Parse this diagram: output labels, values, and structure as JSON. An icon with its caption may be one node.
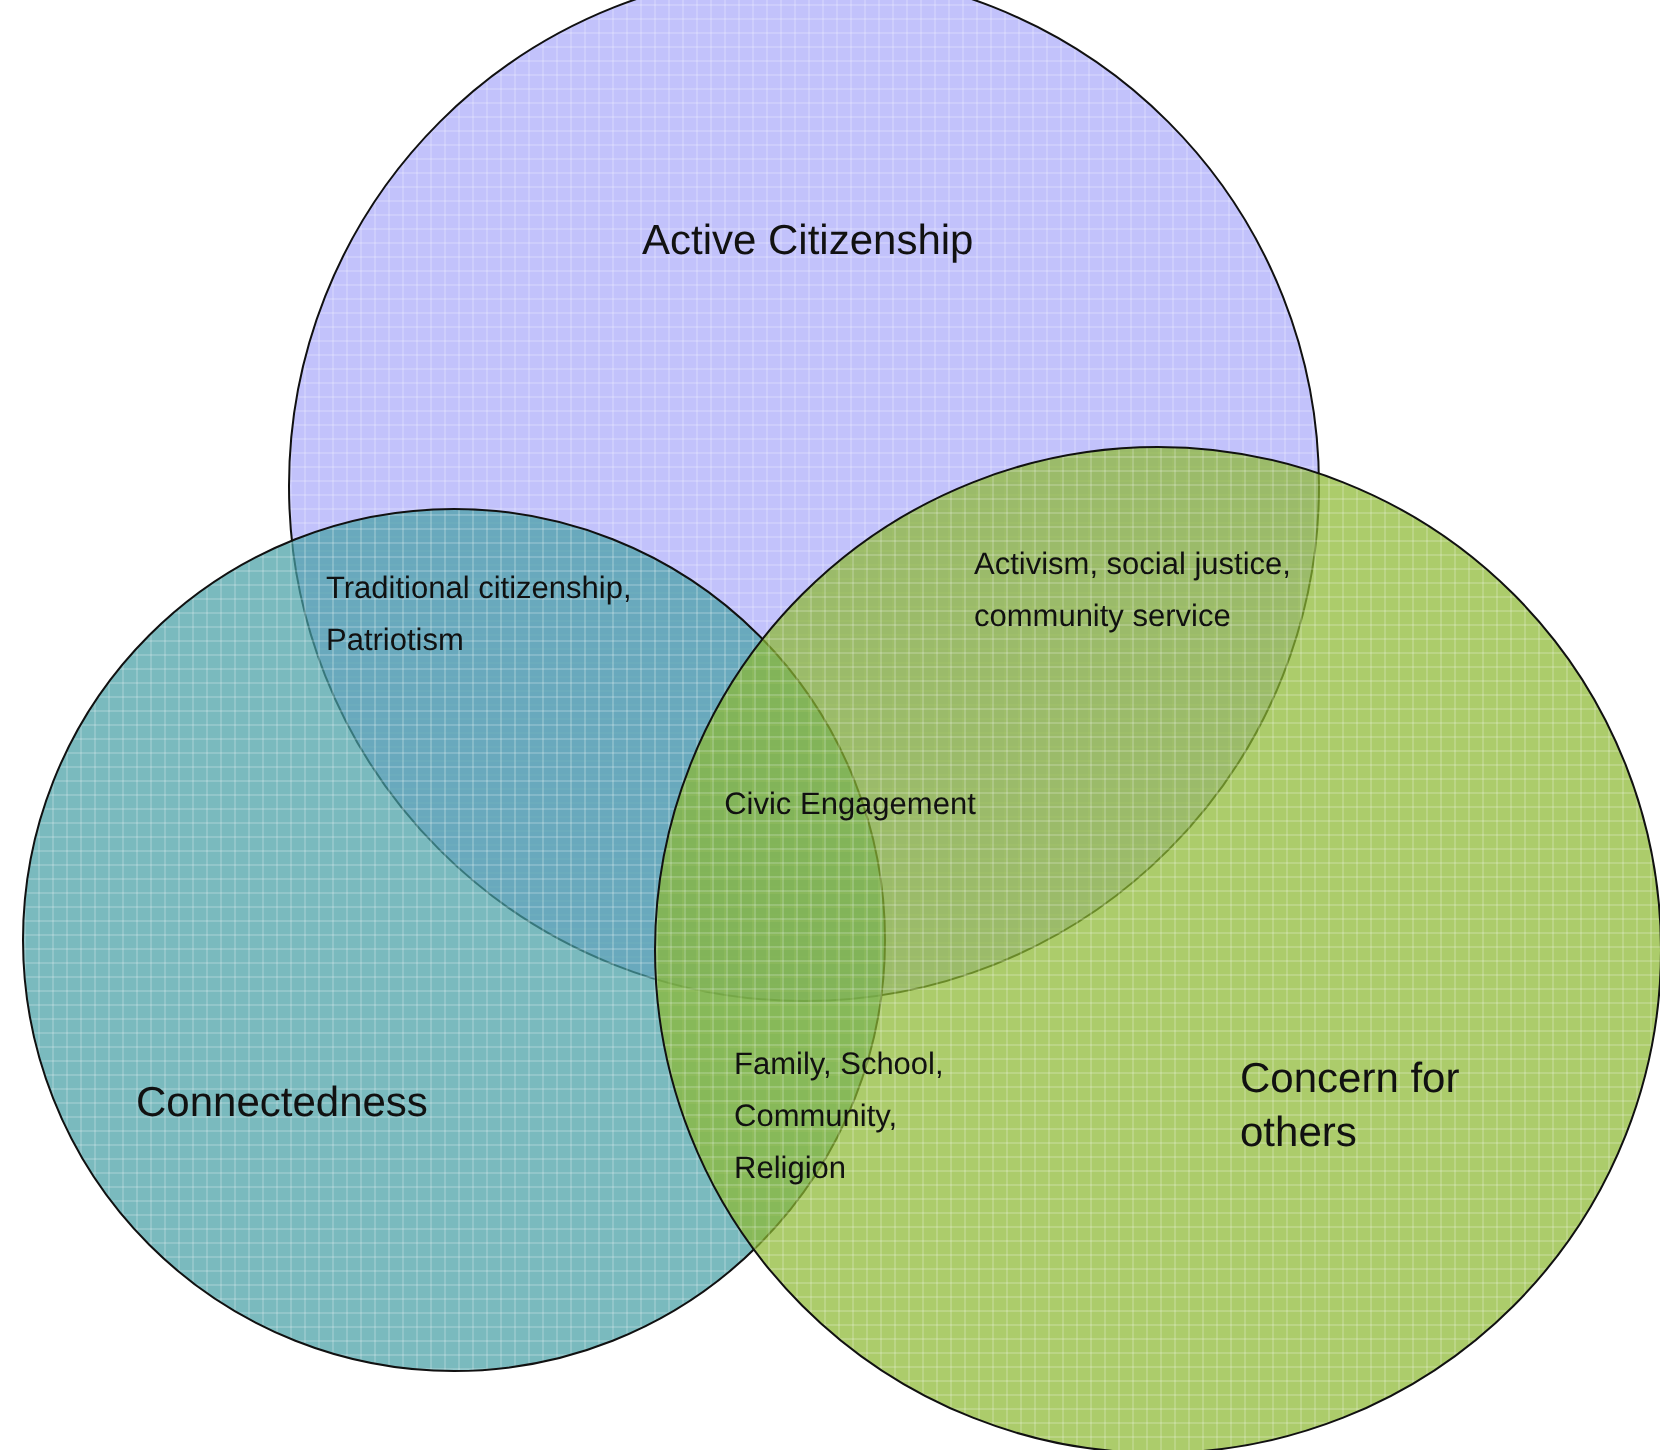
{
  "diagram": {
    "nodes": [
      {
        "text": [
          "Active Citizenship"
        ]
      },
      {
        "text": [
          "Connectedness"
        ]
      },
      {
        "text": [
          "Concern for others"
        ]
      }
    ],
    "labels": [
      "Traditional citizenship, Patriotism",
      "Activism, social justice, community service",
      "Civic Engagement",
      "Family, School, Community, Religion"
    ]
  }
}
